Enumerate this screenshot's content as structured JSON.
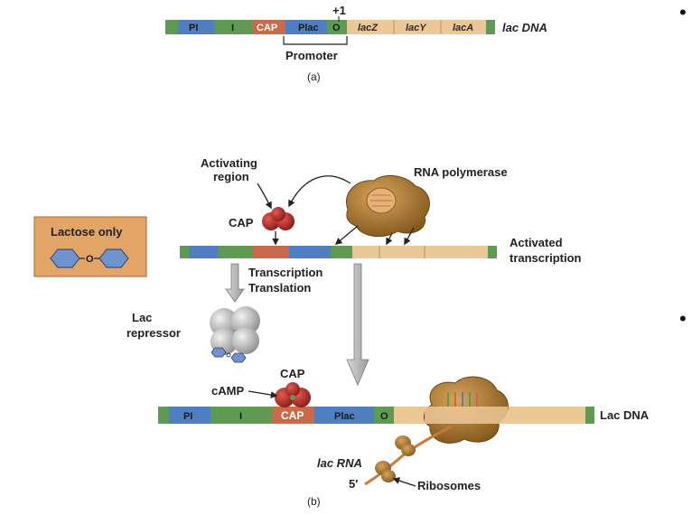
{
  "colors": {
    "blue": "#4f7fc0",
    "green": "#5f9a55",
    "orange": "#c96a4a",
    "tan": "#ecc896",
    "cap_red": "#b52a2a",
    "polymerase": "#a8772e",
    "repressor": "#b8b8b8",
    "lactose_box": "#e2a566",
    "lactose_hex": "#6f93cf"
  },
  "panel_a": {
    "segments": {
      "pi": "PI",
      "i": "I",
      "cap": "CAP",
      "plac": "Plac",
      "o": "O",
      "lacz": "lacZ",
      "lacy": "lacY",
      "laca": "lacA"
    },
    "plus_one": "+1",
    "dna_label": "lac DNA",
    "promoter_label": "Promoter",
    "caption": "(a)"
  },
  "panel_b": {
    "activating_region": [
      "Activating",
      "region"
    ],
    "cap_label": "CAP",
    "rna_polymerase": "RNA polymerase",
    "activated_transcription": [
      "Activated",
      "transcription"
    ],
    "lactose_only": "Lactose only",
    "lactose_link": "O",
    "transcription": "Transcription",
    "translation": "Translation",
    "lac_repressor": [
      "Lac",
      "repressor"
    ],
    "cap_top": "CAP",
    "camp": "cAMP",
    "segments": {
      "pi": "PI",
      "i": "I",
      "cap": "CAP",
      "plac": "Plac",
      "o": "O"
    },
    "lac_dna": "Lac DNA",
    "lac_rna": "lac RNA",
    "five_prime": "5′",
    "ribosomes": "Ribosomes",
    "caption": "(b)"
  },
  "side_bullets": [
    "•",
    "•"
  ]
}
